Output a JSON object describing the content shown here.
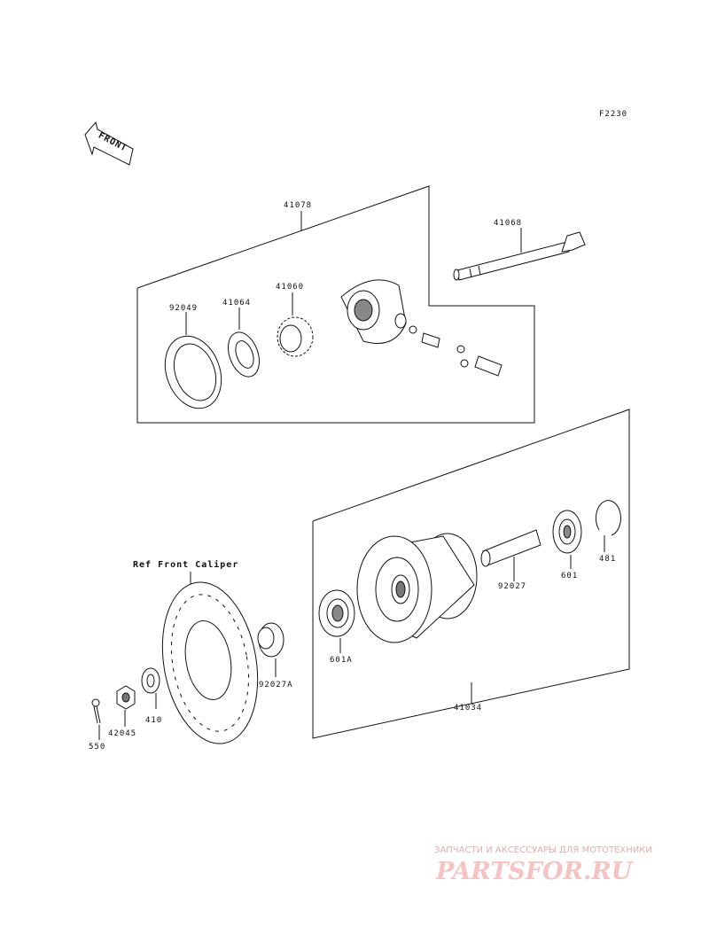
{
  "figure_code": "F2230",
  "front_arrow_label": "FRONT",
  "reference_note": "Ref Front Caliper",
  "parts": {
    "p41078": "41078",
    "p41068": "41068",
    "p92049": "92049",
    "p41064": "41064",
    "p41060": "41060",
    "p601A": "601A",
    "p92027A": "92027A",
    "p92027": "92027",
    "p601": "601",
    "p481": "481",
    "p41034": "41034",
    "p410": "410",
    "p42045": "42045",
    "p550": "550"
  },
  "watermark": {
    "tagline": "ЗАПЧАСТИ И АКСЕССУАРЫ ДЛЯ МОТОТЕХНИКИ",
    "logo": "PARTSFOR.RU"
  },
  "colors": {
    "line": "#111111",
    "watermark": "#f3c4c4"
  }
}
